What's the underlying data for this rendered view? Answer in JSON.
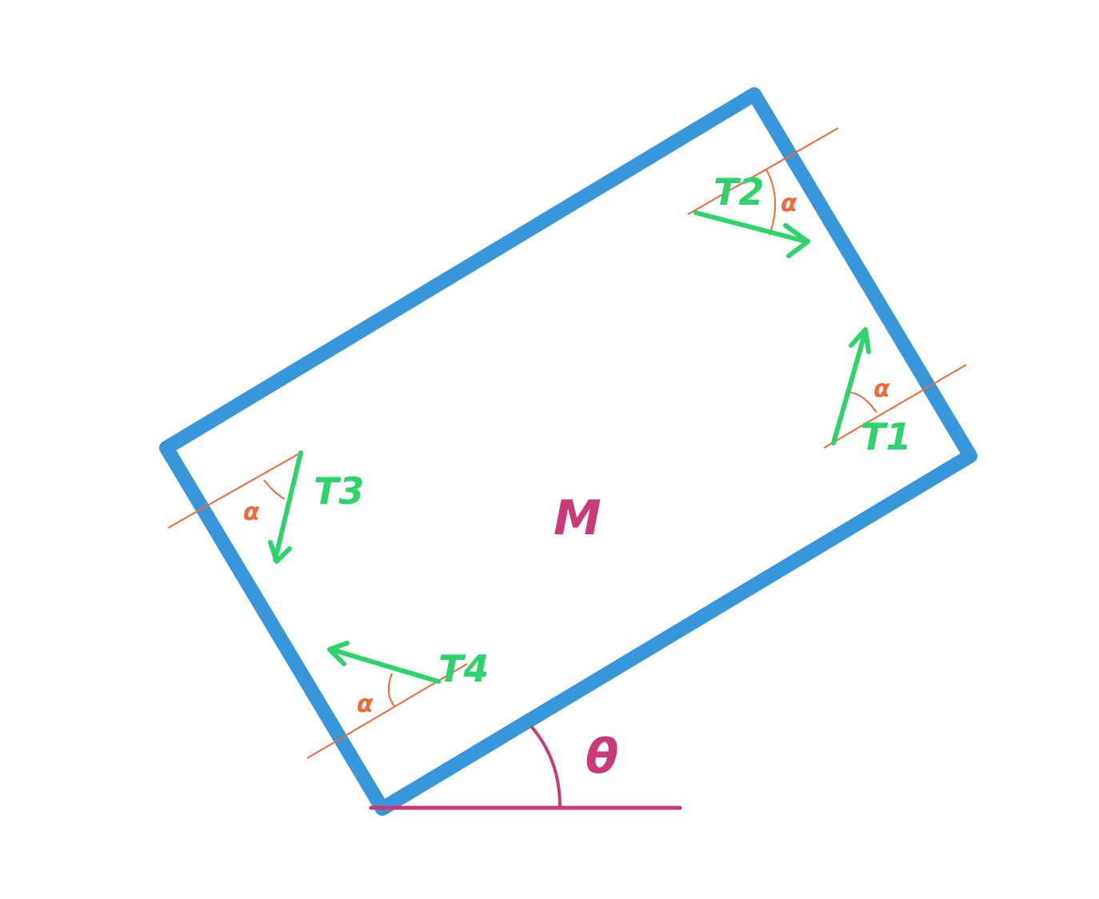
{
  "colors": {
    "background": "#ffffff",
    "grid_dot": "#9fb6d4",
    "box": "#3896db",
    "tension": "#2fd36b",
    "angle": "#ee6a3c",
    "mass_theta": "#c83a78"
  },
  "labels": {
    "t1": "T1",
    "t2": "T2",
    "t3": "T3",
    "t4": "T4",
    "alpha": "α",
    "mass": "M",
    "theta": "θ"
  }
}
